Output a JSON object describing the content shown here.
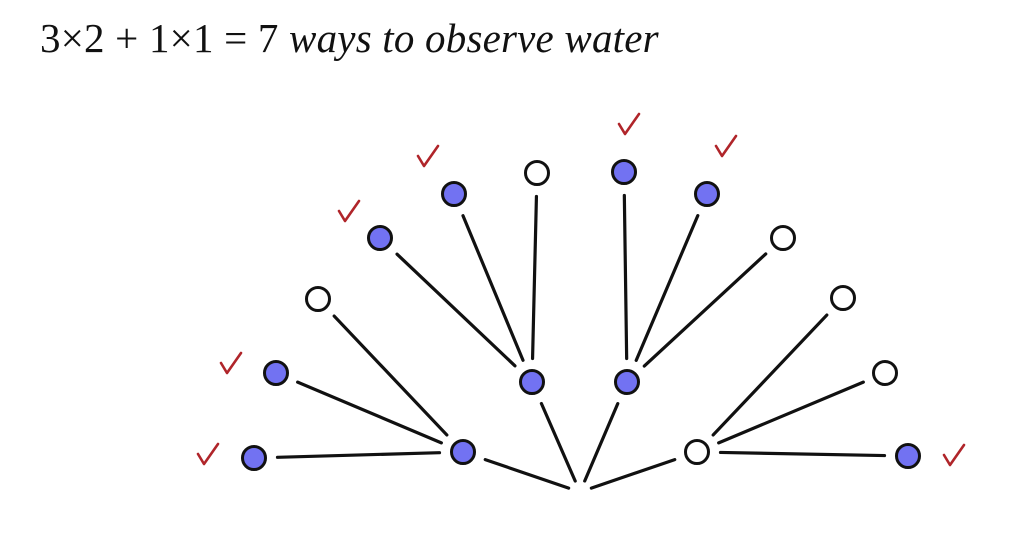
{
  "title": {
    "equation": "3×2 + 1×1 = 7",
    "phrase": "ways to observe water"
  },
  "colors": {
    "observed": "#7272f2",
    "unobserved": "#ffffff",
    "stroke": "#111111",
    "check": "#b0252a"
  },
  "legend_semantics": {
    "checked_icon": "check-mark-icon"
  },
  "tree": {
    "root": "root",
    "branches": [
      {
        "id": "L1",
        "filled": true,
        "children": [
          {
            "id": "L1a",
            "filled": true,
            "checked": true
          },
          {
            "id": "L1b",
            "filled": true,
            "checked": true
          },
          {
            "id": "L1c",
            "filled": false,
            "checked": false
          }
        ]
      },
      {
        "id": "L2",
        "filled": true,
        "children": [
          {
            "id": "L2a",
            "filled": true,
            "checked": true
          },
          {
            "id": "L2b",
            "filled": true,
            "checked": true
          },
          {
            "id": "L2c",
            "filled": false,
            "checked": false
          }
        ]
      },
      {
        "id": "R2",
        "filled": true,
        "children": [
          {
            "id": "R2a",
            "filled": true,
            "checked": true
          },
          {
            "id": "R2b",
            "filled": true,
            "checked": true
          },
          {
            "id": "R2c",
            "filled": false,
            "checked": false
          }
        ]
      },
      {
        "id": "R1",
        "filled": false,
        "children": [
          {
            "id": "R1a",
            "filled": false,
            "checked": false
          },
          {
            "id": "R1b",
            "filled": false,
            "checked": false
          },
          {
            "id": "R1c",
            "filled": true,
            "checked": true
          }
        ]
      }
    ]
  }
}
